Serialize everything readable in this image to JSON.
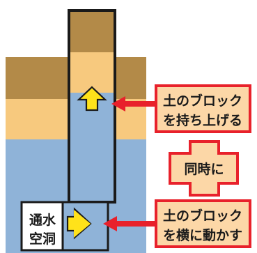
{
  "colors": {
    "dark_soil": "#b38a48",
    "light_soil": "#f7c97e",
    "water": "#8fb3d8",
    "arrow_yellow": "#ffe21a",
    "callout_red": "#e8212b",
    "callout_fill": "#fcd7a7",
    "outline": "#1a1a1a"
  },
  "void_label": {
    "line1": "通水",
    "line2": "空洞"
  },
  "callouts": {
    "lift": {
      "line1": "土のブロック",
      "line2": "を持ち上げる"
    },
    "simultaneous": "同時に",
    "push": {
      "line1": "土のブロック",
      "line2": "を横に動かす"
    }
  },
  "icons": {
    "up_arrow": "up-arrow-icon",
    "right_arrow": "right-arrow-icon",
    "red_pointer_arrow": "red-arrow-icon",
    "plus_shape": "plus-shape"
  }
}
